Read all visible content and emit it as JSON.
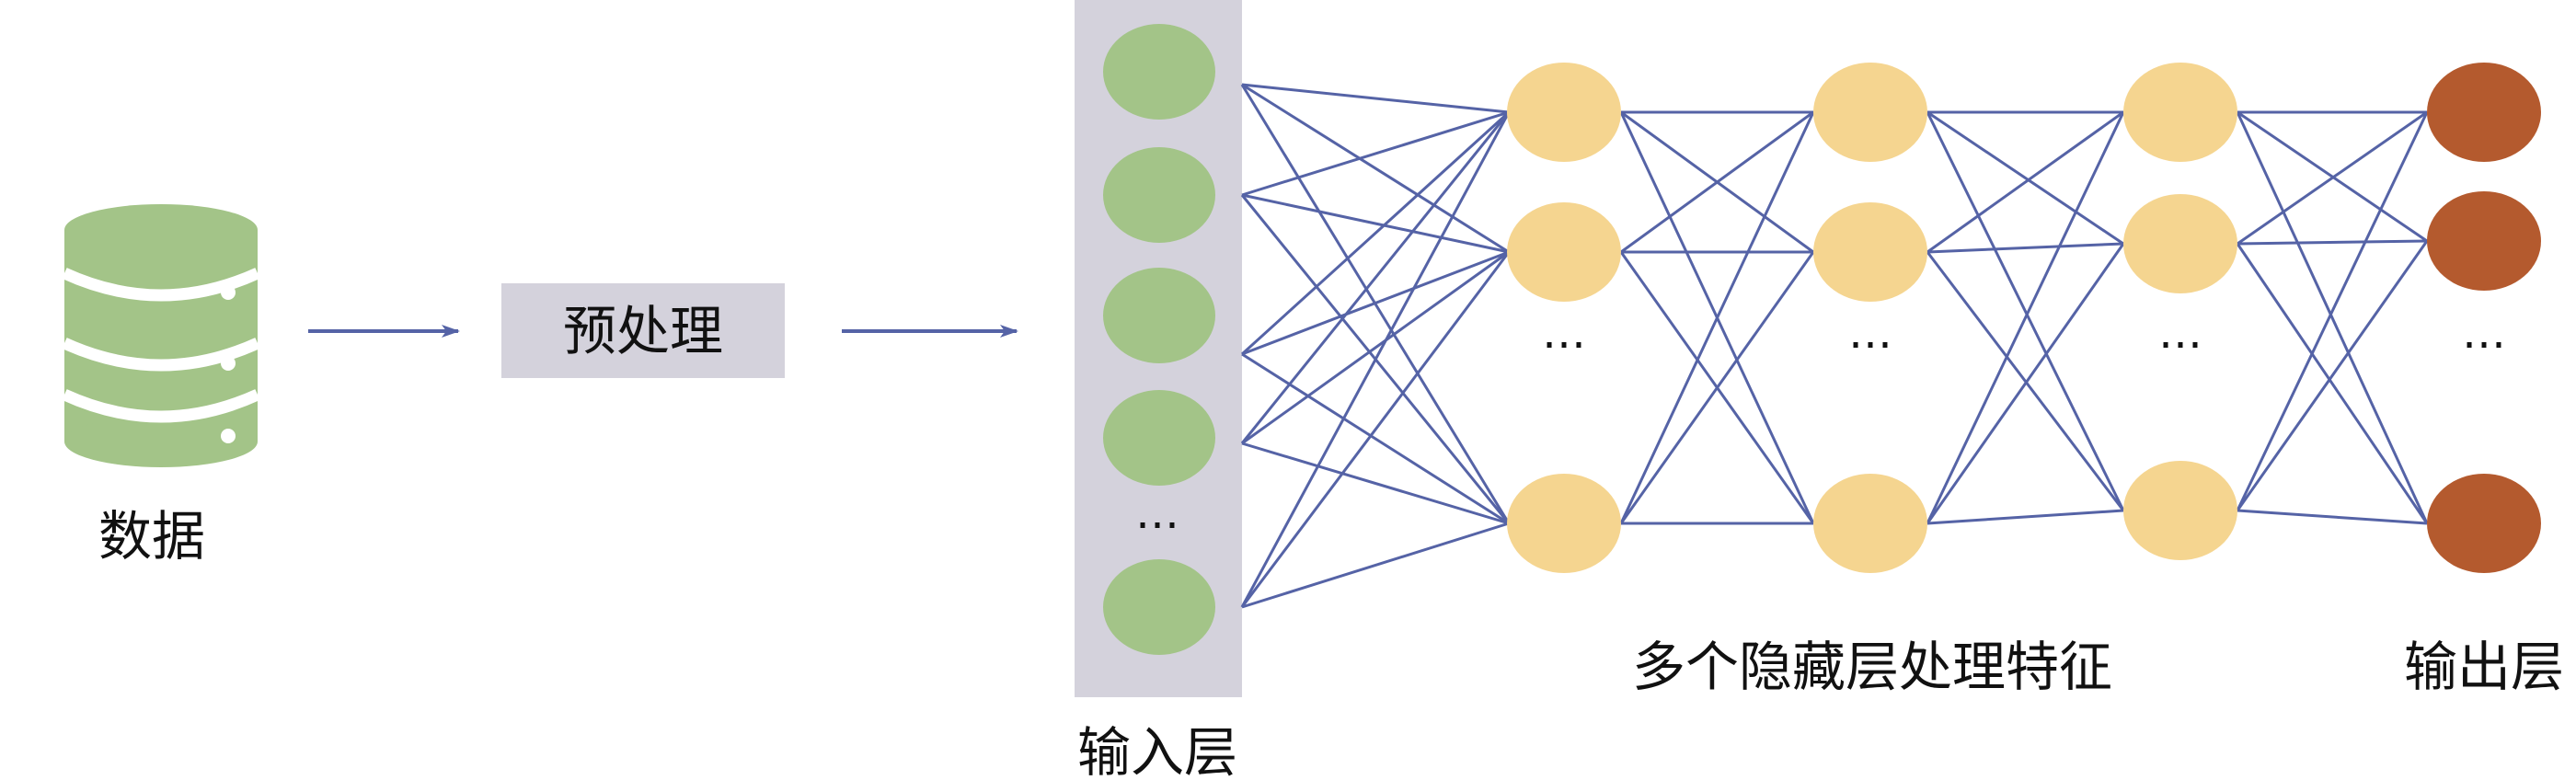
{
  "labels": {
    "data": "数据",
    "preprocess": "预处理",
    "input_layer": "输入层",
    "hidden_layers": "多个隐藏层处理特征",
    "output_layer": "输出层",
    "ellipsis": "…"
  },
  "colors": {
    "database": "#a3c488",
    "input_node": "#a3c488",
    "input_panel": "#d4d2dc",
    "preprocess_box": "#d4d2dc",
    "hidden_node": "#f5d590",
    "output_node": "#b45a2e",
    "edge": "#5563a6",
    "arrow": "#5563a6"
  },
  "icons": {
    "database": "database-icon"
  }
}
